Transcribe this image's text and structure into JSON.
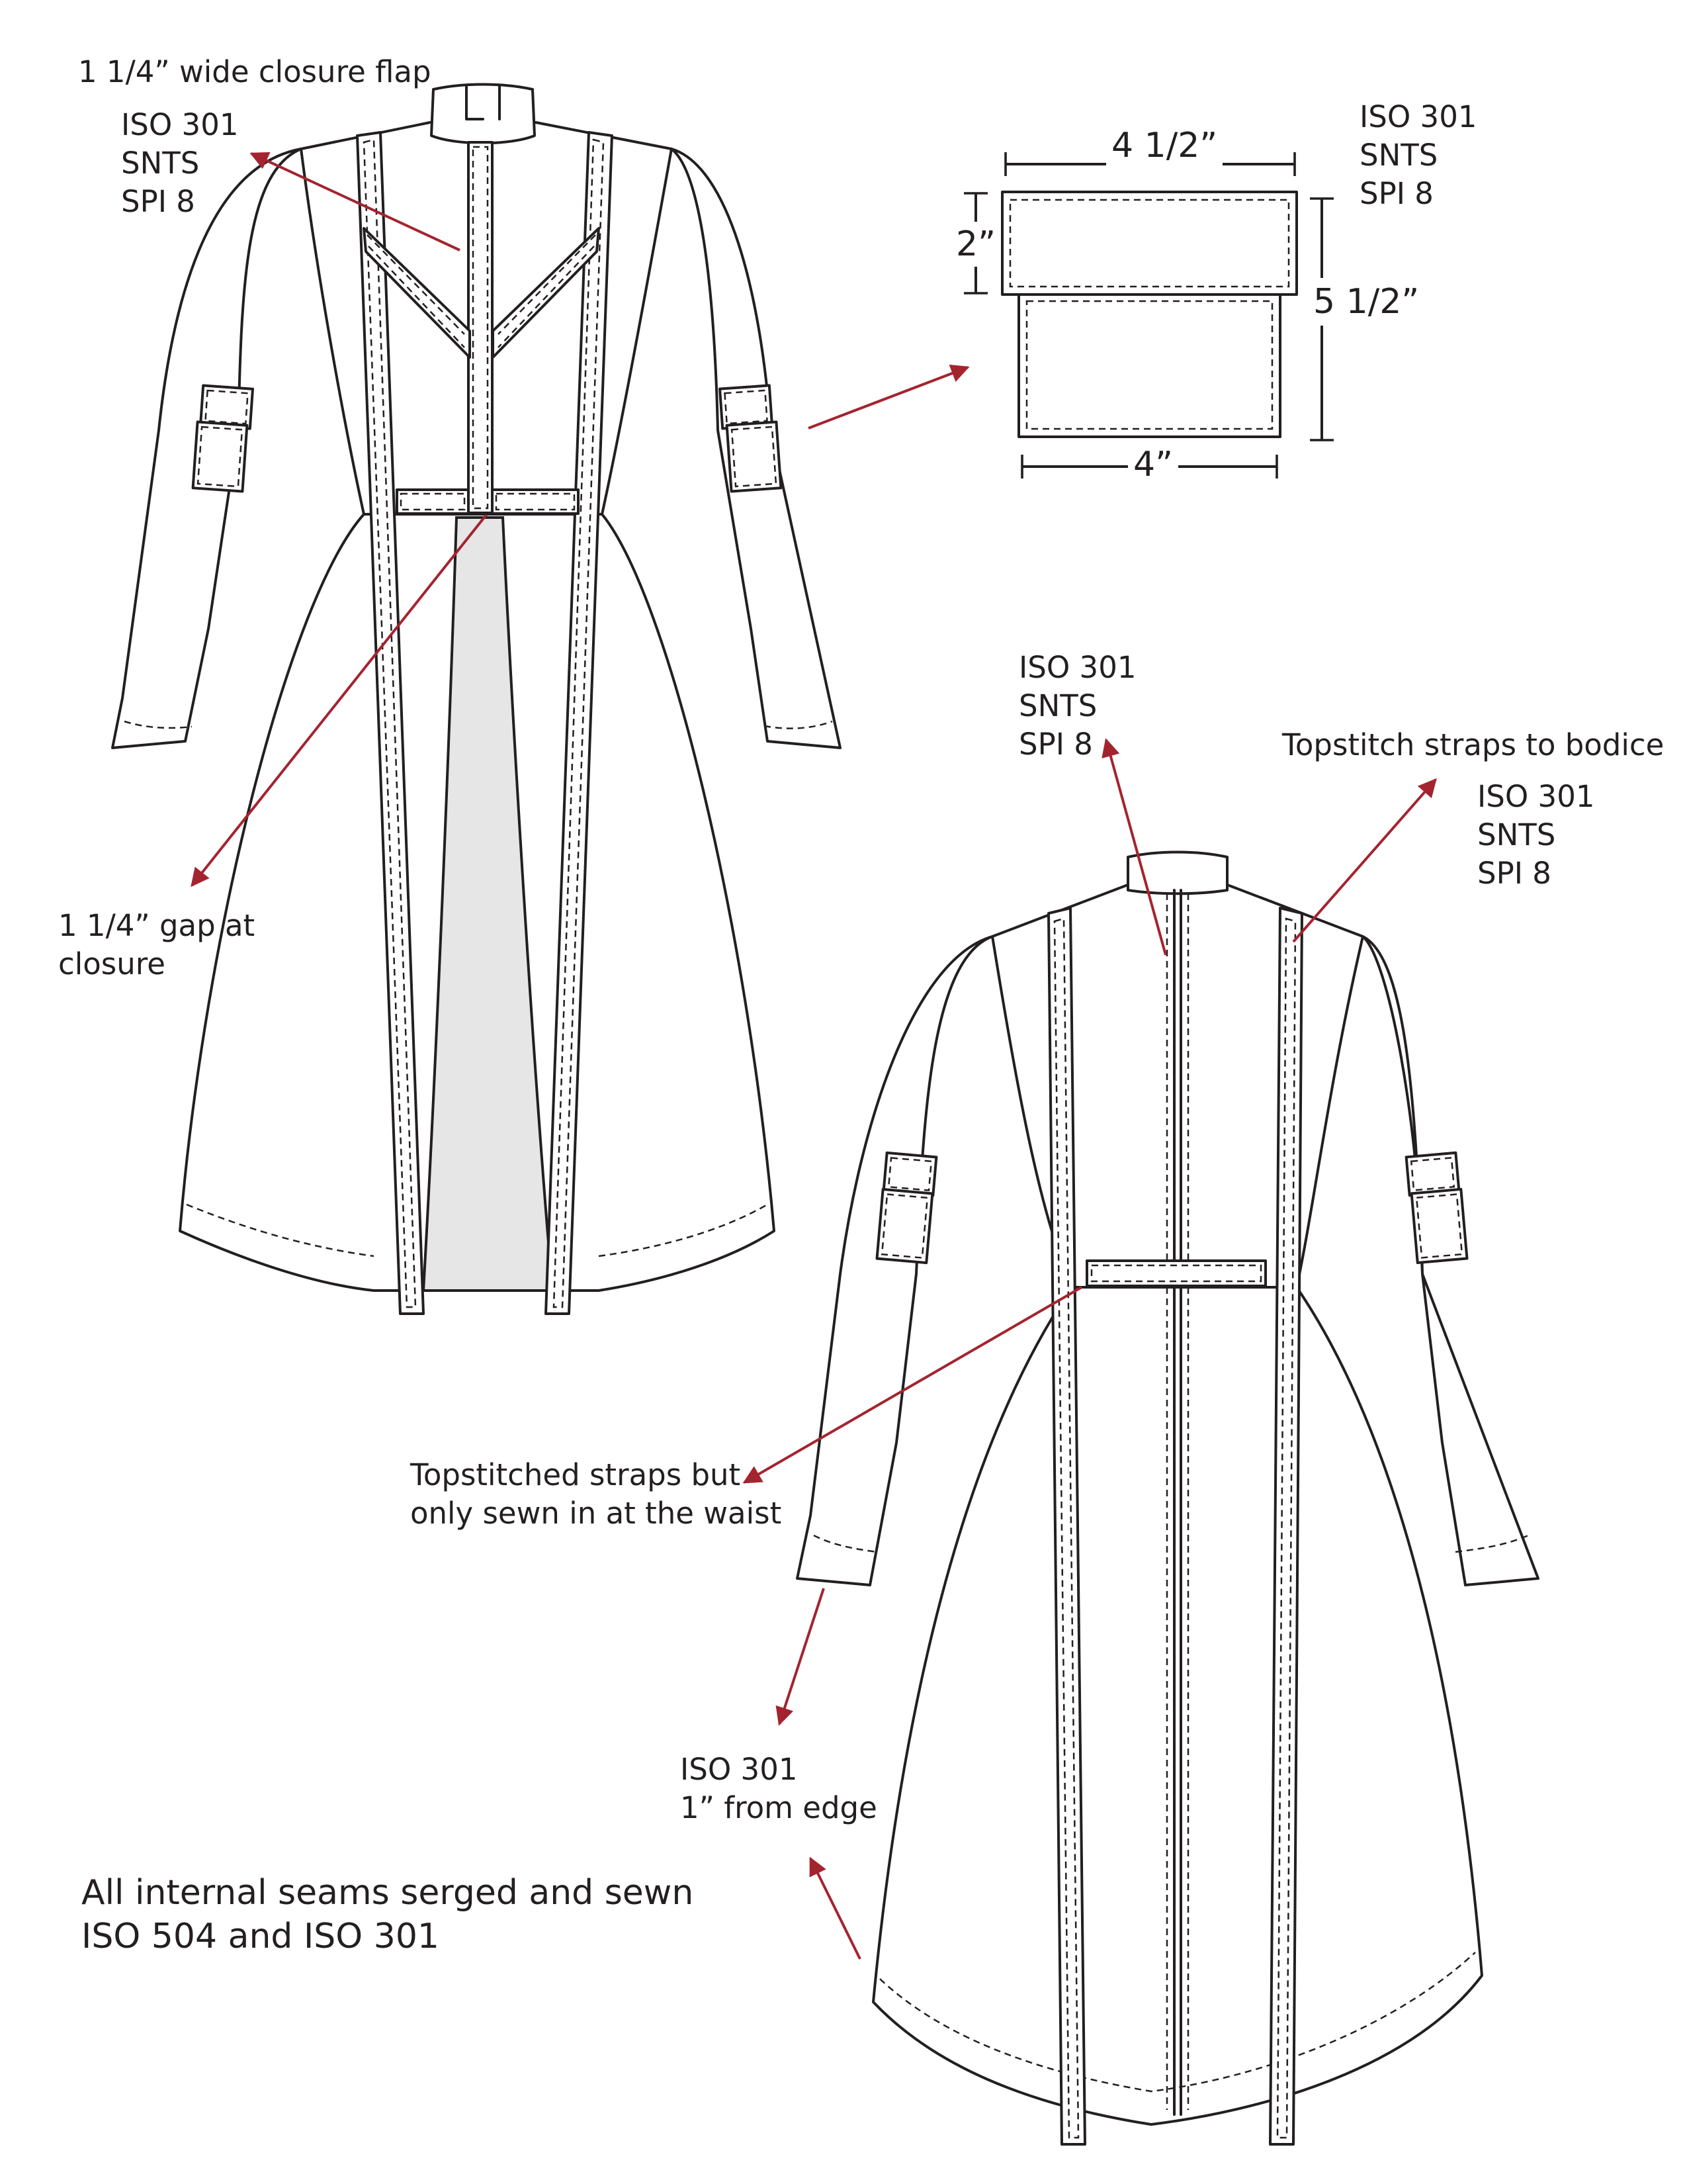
{
  "labels": {
    "closure_flap": "1 1/4” wide closure flap",
    "front_stitch": [
      "ISO 301",
      "SNTS",
      "SPI 8"
    ],
    "pocket_stitch": [
      "ISO 301",
      "SNTS",
      "SPI 8"
    ],
    "gap": [
      "1 1/4” gap at",
      "closure"
    ],
    "back_center_stitch": [
      "ISO 301",
      "SNTS",
      "SPI 8"
    ],
    "topstitch_bodice": "Topstitch straps to bodice",
    "bodice_stitch": [
      "ISO 301",
      "SNTS",
      "SPI 8"
    ],
    "waist_straps": [
      "Topstitched straps but",
      "only sewn in at the waist"
    ],
    "hem_stitch": [
      "ISO 301",
      "1” from edge"
    ],
    "internal_seams": [
      "All internal seams serged and sewn",
      "ISO 504 and ISO 301"
    ]
  },
  "pocket_dimensions": {
    "top_width": "4 1/2”",
    "flap_height": "2”",
    "total_height": "5 1/2”",
    "bottom_width": "4”"
  },
  "colors": {
    "line": "#231f20",
    "annotation_arrow": "#a3242f",
    "center_panel_fill": "#e6e6e7"
  }
}
